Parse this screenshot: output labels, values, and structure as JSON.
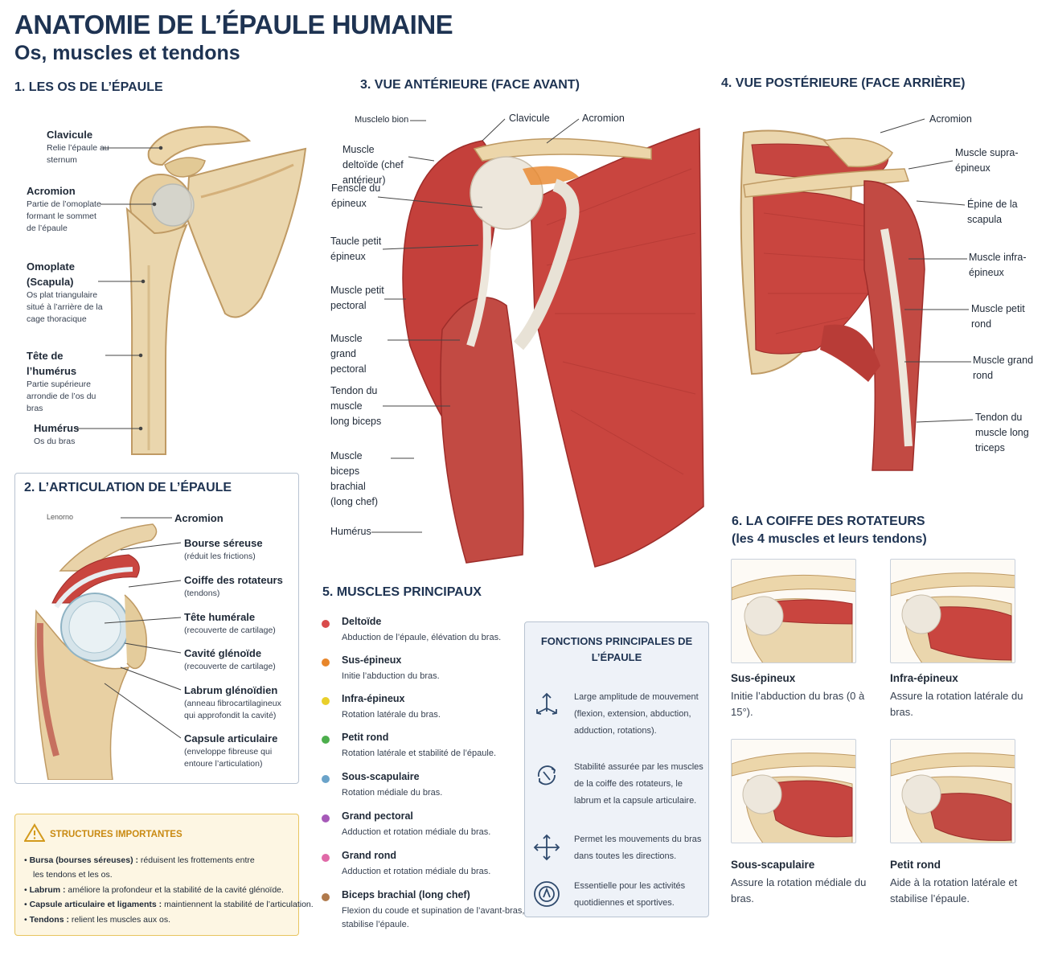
{
  "title": "ANATOMIE DE L’ÉPAULE HUMAINE",
  "subtitle": "Os, muscles et tendons",
  "sections": {
    "bones": {
      "title": "1. LES OS DE L’ÉPAULE",
      "labels": [
        {
          "name": "Clavicule",
          "desc": "Relie l’épaule au sternum"
        },
        {
          "name": "Acromion",
          "desc": "Partie de l’omoplate formant le sommet de l’épaule"
        },
        {
          "name": "Omoplate (Scapula)",
          "desc": "Os plat triangulaire situé à l’arrière de la cage thoracique"
        },
        {
          "name": "Tête de l’humérus",
          "desc": "Partie supérieure arrondie de l’os du bras"
        },
        {
          "name": "Humérus",
          "desc": "Os du bras"
        }
      ]
    },
    "joint": {
      "title": "2. L’ARTICULATION DE L’ÉPAULE",
      "corner_text": "Lenorno",
      "labels": [
        {
          "name": "Acromion",
          "desc": ""
        },
        {
          "name": "Bourse séreuse",
          "desc": "(réduit les frictions)"
        },
        {
          "name": "Coiffe des rotateurs",
          "desc": "(tendons)"
        },
        {
          "name": "Tête humérale",
          "desc": "(recouverte de cartilage)"
        },
        {
          "name": "Cavité glénoïde",
          "desc": "(recouverte de cartilage)"
        },
        {
          "name": "Labrum glénoïdien",
          "desc": "(anneau fibrocartilagineux qui approfondit la cavité)"
        },
        {
          "name": "Capsule articulaire",
          "desc": "(enveloppe fibreuse qui entoure l’articulation)"
        }
      ]
    },
    "anterior": {
      "title": "3. VUE ANTÉRIEURE (FACE AVANT)",
      "top_labels": [
        "Musclelo bion",
        "Clavicule",
        "Acromion"
      ],
      "labels": [
        "Muscle deltoïde (chef antérieur)",
        "Fenscle du épineux",
        "Taucle petit épineux",
        "Muscle petit pectoral",
        "Muscle grand pectoral",
        "Tendon du muscle long biceps",
        "Muscle biceps brachial (long chef)",
        "Humérus"
      ]
    },
    "posterior": {
      "title": "4. VUE POSTÉRIEURE (FACE ARRIÈRE)",
      "labels": [
        "Acromion",
        "Muscle supra-épineux",
        "Épine de la scapula",
        "Muscle infra-épineux",
        "Muscle petit rond",
        "Muscle grand rond",
        "Tendon du muscle long triceps"
      ]
    },
    "muscles": {
      "title": "5. MUSCLES PRINCIPAUX",
      "items": [
        {
          "name": "Deltoïde",
          "desc": "Abduction de l’épaule, élévation du bras.",
          "color": "#d94b4b"
        },
        {
          "name": "Sus-épineux",
          "desc": "Initie l’abduction du bras.",
          "color": "#e8862a"
        },
        {
          "name": "Infra-épineux",
          "desc": "Rotation latérale du bras.",
          "color": "#e9cf2a"
        },
        {
          "name": "Petit rond",
          "desc": "Rotation latérale et stabilité de l’épaule.",
          "color": "#4cae4c"
        },
        {
          "name": "Sous-scapulaire",
          "desc": "Rotation médiale du bras.",
          "color": "#6aa3c9"
        },
        {
          "name": "Grand pectoral",
          "desc": "Adduction et rotation médiale du bras.",
          "color": "#a659b8"
        },
        {
          "name": "Grand rond",
          "desc": "Adduction et rotation médiale du bras.",
          "color": "#e06aa8"
        },
        {
          "name": "Biceps brachial (long chef)",
          "desc": "Flexion du coude et supination de l’avant-bras, stabilise l’épaule.",
          "color": "#b07a4c"
        }
      ]
    },
    "functions": {
      "title": "FONCTIONS PRINCIPALES DE L’ÉPAULE",
      "items": [
        {
          "icon": "movement-arrows-icon",
          "text": "Large amplitude de mouvement (flexion, extension, abduction, adduction, rotations)."
        },
        {
          "icon": "rotation-stability-icon",
          "text": "Stabilité assurée par les muscles de la coiffe des rotateurs, le labrum et la capsule articulaire."
        },
        {
          "icon": "all-directions-icon",
          "text": "Permet les mouvements du bras dans toutes les directions."
        },
        {
          "icon": "activity-icon",
          "text": "Essentielle pour les activités quotidiennes et sportives."
        }
      ]
    },
    "rotator_cuff": {
      "title": "6. LA COIFFE DES ROTATEURS",
      "subtitle": "(les 4 muscles et leurs tendons)",
      "items": [
        {
          "name": "Sus-épineux",
          "desc": "Initie l’abduction du bras (0 à 15°)."
        },
        {
          "name": "Infra-épineux",
          "desc": "Assure la rotation latérale du bras."
        },
        {
          "name": "Sous-scapulaire",
          "desc": "Assure la rotation médiale du bras."
        },
        {
          "name": "Petit rond",
          "desc": "Aide à la rotation latérale et stabilise l’épaule."
        }
      ]
    },
    "structures": {
      "title": "STRUCTURES IMPORTANTES",
      "items": [
        {
          "term": "Bursa (bourses séreuses) :",
          "text": " réduisent les frottements entre",
          "text2": "les tendons et les os."
        },
        {
          "term": "Labrum :",
          "text": " améliore la profondeur et la stabilité de la cavité glénoïde.",
          "text2": ""
        },
        {
          "term": "Capsule articulaire et ligaments :",
          "text": " maintiennent la stabilité de l’articulation.",
          "text2": ""
        },
        {
          "term": "Tendons :",
          "text": " relient les muscles aux os.",
          "text2": ""
        }
      ]
    }
  },
  "colors": {
    "title": "#1e3352",
    "bone": "#e9d3a9",
    "bone_dark": "#c9a874",
    "muscle": "#c9453f",
    "muscle_dark": "#9e2d2a",
    "tendon": "#ece8e0",
    "panel_bg": "#eef2f8",
    "warning_bg": "#fdf6e3",
    "warning_border": "#e8c560",
    "warning_text": "#c98a12"
  }
}
